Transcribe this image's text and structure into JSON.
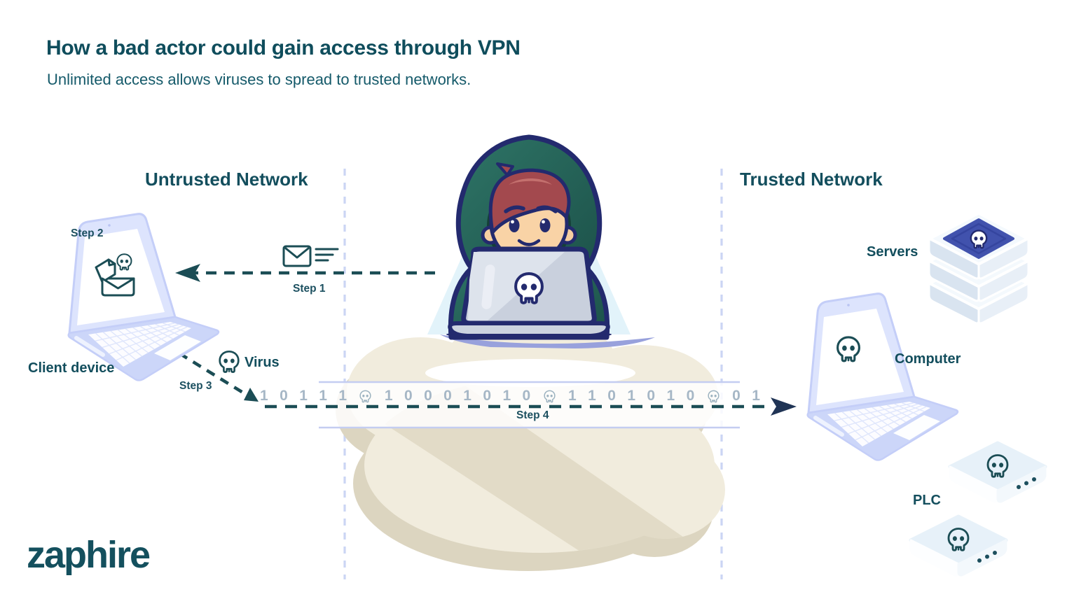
{
  "header": {
    "title": "How a bad actor could gain access through VPN",
    "subtitle": "Unlimited access allows viruses to spread to trusted networks."
  },
  "sections": {
    "untrusted_label": "Untrusted Network",
    "trusted_label": "Trusted Network"
  },
  "steps": {
    "step1": "Step 1",
    "step2": "Step 2",
    "step3": "Step 3",
    "step4": "Step 4"
  },
  "devices": {
    "client": "Client device",
    "servers": "Servers",
    "computer": "Computer",
    "plc": "PLC"
  },
  "virus_label": "Virus",
  "logo": "zaphire",
  "binary_stream": {
    "sequence": [
      "1",
      "0",
      "1",
      "1",
      "1",
      "skull",
      "1",
      "0",
      "0",
      "0",
      "1",
      "0",
      "1",
      "0",
      "skull",
      "1",
      "1",
      "0",
      "1",
      "0",
      "1",
      "0",
      "skull",
      "0",
      "1"
    ]
  },
  "colors": {
    "heading_teal": "#134e5d",
    "arrow_teal": "#1b4d55",
    "divider_periwinkle": "#cbd5f4",
    "binary_digit": "#a6b7c6",
    "cloud_beige": "#f1ecdd",
    "hoodie_teal": "#235e54",
    "server_diamond_blue": "#4152ad",
    "outline_navy": "#232a6e"
  }
}
